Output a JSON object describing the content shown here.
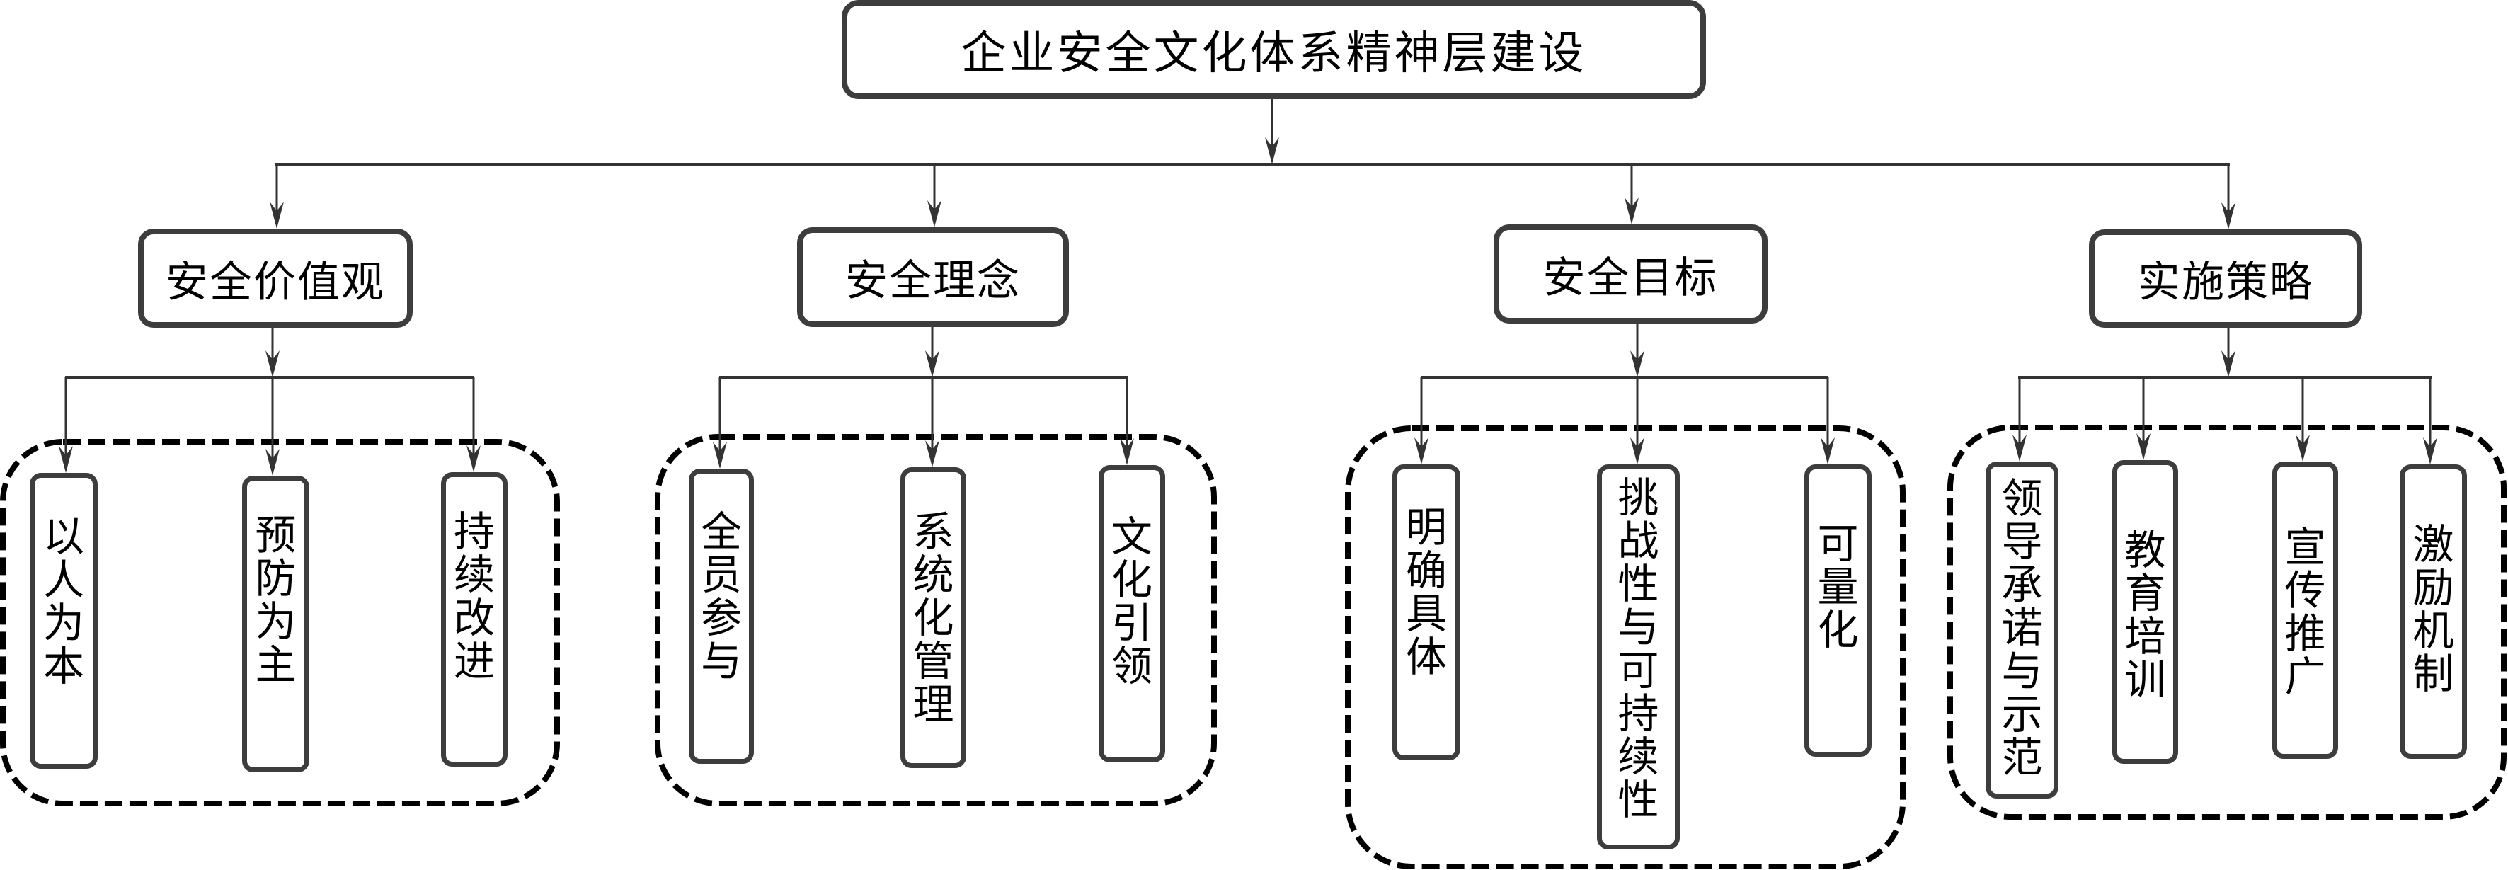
{
  "diagram": {
    "title": "企业安全文化体系精神层建设",
    "branches": [
      {
        "label": "安全价值观",
        "items": [
          "以人为本",
          "预防为主",
          "持续改进"
        ]
      },
      {
        "label": "安全理念",
        "items": [
          "全员参与",
          "系统化管理",
          "文化引领"
        ]
      },
      {
        "label": "安全目标",
        "items": [
          "明确具体",
          "挑战性与可持续性",
          "可量化"
        ]
      },
      {
        "label": "实施策略",
        "items": [
          "领导承诺与示范",
          "教育培训",
          "宣传推广",
          "激励机制"
        ]
      }
    ]
  },
  "colors": {
    "box_border": "#3d3d3d",
    "connector": "#333333",
    "group_border": "#000000",
    "text": "#000000",
    "background": "#ffffff"
  }
}
